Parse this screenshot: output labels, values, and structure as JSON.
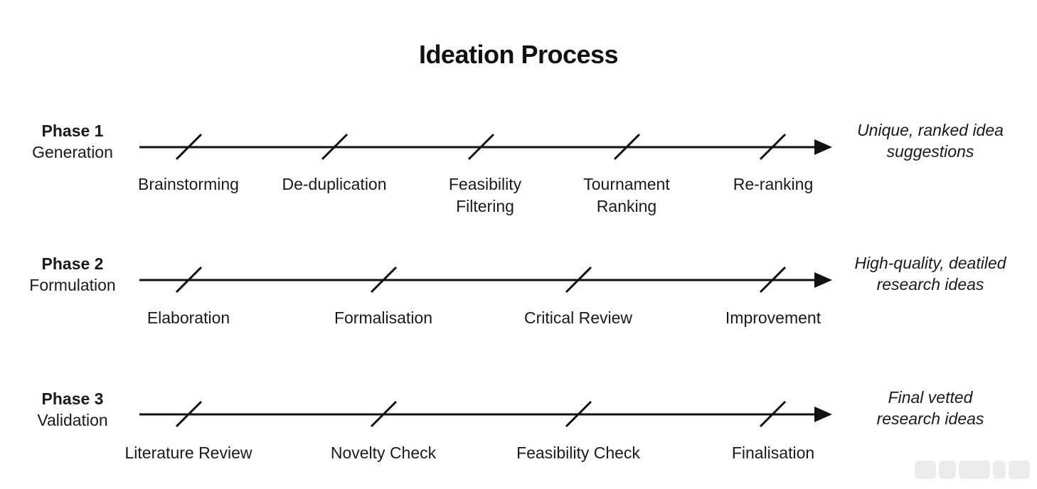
{
  "title": "Ideation Process",
  "phases": [
    {
      "number": "Phase 1",
      "name": "Generation",
      "outcome": [
        "Unique, ranked idea",
        "suggestions"
      ],
      "steps": [
        [
          "Brainstorming"
        ],
        [
          "De-duplication"
        ],
        [
          "Feasibility",
          "Filtering"
        ],
        [
          "Tournament",
          "Ranking"
        ],
        [
          "Re-ranking"
        ]
      ]
    },
    {
      "number": "Phase 2",
      "name": "Formulation",
      "outcome": [
        "High-quality, deatiled",
        "research ideas"
      ],
      "steps": [
        [
          "Elaboration"
        ],
        [
          "Formalisation"
        ],
        [
          "Critical Review"
        ],
        [
          "Improvement"
        ]
      ]
    },
    {
      "number": "Phase 3",
      "name": "Validation",
      "outcome": [
        "Final vetted",
        "research ideas"
      ],
      "steps": [
        [
          "Literature Review"
        ],
        [
          "Novelty Check"
        ],
        [
          "Feasibility Check"
        ],
        [
          "Finalisation"
        ]
      ]
    }
  ]
}
